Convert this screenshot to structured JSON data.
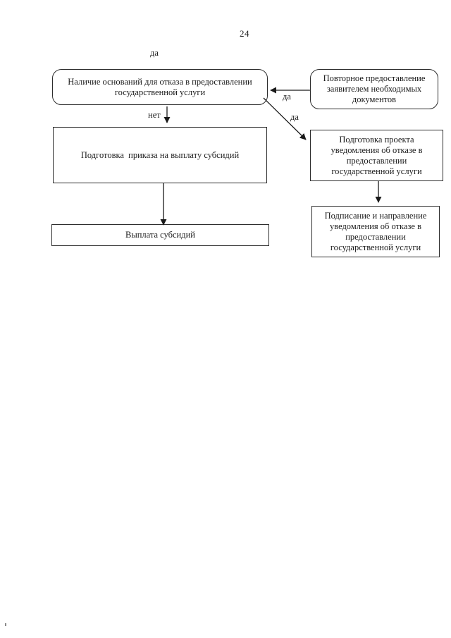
{
  "page": {
    "number": "24"
  },
  "labels": {
    "da_top": "да",
    "da_arrow": "да",
    "da_diagonal": "да",
    "net": "нет"
  },
  "nodes": {
    "grounds": {
      "text": "Наличие оснований для отказа в предоставлении\nгосударственной услуги"
    },
    "resubmit": {
      "text": "Повторное предоставление\nзаявителем необходимых\nдокументов"
    },
    "order": {
      "text": "Подготовка  приказа на выплату субсидий"
    },
    "payout": {
      "text": "Выплата субсидий"
    },
    "notice": {
      "text": "Подготовка проекта\nуведомления об отказе в\nпредоставлении\nгосударственной услуги"
    },
    "sign": {
      "text": "Подписание и направление\nуведомления об отказе в\nпредоставлении\nгосударственной услуги"
    }
  },
  "colors": {
    "ink": "#1c1c1c",
    "border": "#2d2d2d",
    "background": "#ffffff"
  }
}
